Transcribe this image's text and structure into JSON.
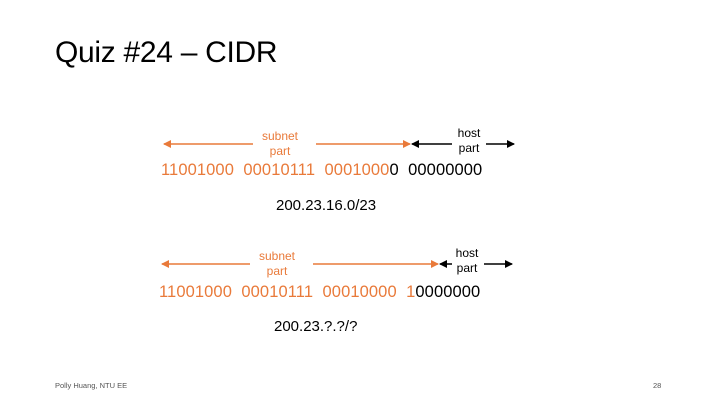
{
  "slide": {
    "title": "Quiz #24 – CIDR",
    "colors": {
      "subnet": "#e97a3a",
      "host": "#000000"
    },
    "examples": [
      {
        "subnet_label": [
          "subnet",
          "part"
        ],
        "host_label": [
          "host",
          "part"
        ],
        "bit_groups_subnet": [
          "11001000",
          "00010111",
          "0001000"
        ],
        "bit_groups_host": [
          "0",
          "00000000"
        ],
        "address": "200.23.16.0/23"
      },
      {
        "subnet_label": [
          "subnet",
          "part"
        ],
        "host_label": [
          "host",
          "part"
        ],
        "bit_groups_subnet": [
          "11001000",
          "00010111",
          "00010000",
          "1"
        ],
        "bit_groups_host": [
          "0000000"
        ],
        "address": "200.23.?.?/?"
      }
    ],
    "footer": {
      "author": "Polly Huang, NTU EE",
      "page_number": "28"
    }
  }
}
